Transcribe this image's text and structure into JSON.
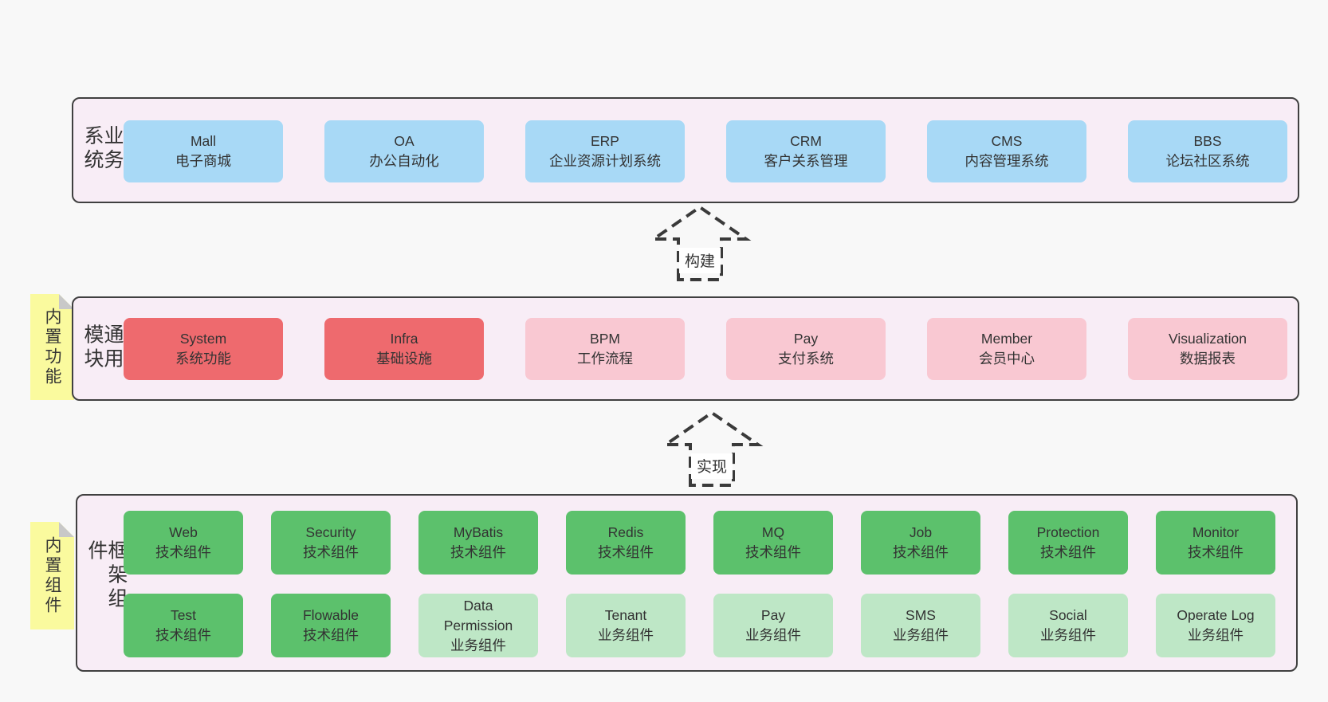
{
  "palette": {
    "page_bg": "#f8f8f8",
    "panel_bg": "#f8edf6",
    "panel_border": "#404040",
    "blue_box": "#a8d9f6",
    "red_box": "#ee6a6e",
    "pink_box": "#f9c8d2",
    "green_box": "#5cc16c",
    "light_green_box": "#bee7c6",
    "sticky_yellow": "#fafa9e",
    "fold_gray": "#c8c8c8",
    "text": "#333333"
  },
  "arrows": {
    "build": {
      "label": "构建"
    },
    "implement": {
      "label": "实现"
    }
  },
  "sections": {
    "business": {
      "label": "业务系统",
      "boxes": [
        {
          "en": "Mall",
          "zh": "电子商城"
        },
        {
          "en": "OA",
          "zh": "办公自动化"
        },
        {
          "en": "ERP",
          "zh": "企业资源计划系统"
        },
        {
          "en": "CRM",
          "zh": "客户关系管理"
        },
        {
          "en": "CMS",
          "zh": "内容管理系统"
        },
        {
          "en": "BBS",
          "zh": "论坛社区系统"
        }
      ]
    },
    "modules": {
      "label": "通用模块",
      "sticky": "内置功能",
      "boxes": [
        {
          "en": "System",
          "zh": "系统功能"
        },
        {
          "en": "Infra",
          "zh": "基础设施"
        },
        {
          "en": "BPM",
          "zh": "工作流程"
        },
        {
          "en": "Pay",
          "zh": "支付系统"
        },
        {
          "en": "Member",
          "zh": "会员中心"
        },
        {
          "en": "Visualization",
          "zh": "数据报表"
        }
      ]
    },
    "components": {
      "label": "框架组件",
      "sticky": "内置组件",
      "row1": [
        {
          "en": "Web",
          "zh": "技术组件"
        },
        {
          "en": "Security",
          "zh": "技术组件"
        },
        {
          "en": "MyBatis",
          "zh": "技术组件"
        },
        {
          "en": "Redis",
          "zh": "技术组件"
        },
        {
          "en": "MQ",
          "zh": "技术组件"
        },
        {
          "en": "Job",
          "zh": "技术组件"
        },
        {
          "en": "Protection",
          "zh": "技术组件"
        },
        {
          "en": "Monitor",
          "zh": "技术组件"
        }
      ],
      "row2": [
        {
          "en": "Test",
          "zh": "技术组件"
        },
        {
          "en": "Flowable",
          "zh": "技术组件"
        },
        {
          "en": "Data Permission",
          "zh": "业务组件"
        },
        {
          "en": "Tenant",
          "zh": "业务组件"
        },
        {
          "en": "Pay",
          "zh": "业务组件"
        },
        {
          "en": "SMS",
          "zh": "业务组件"
        },
        {
          "en": "Social",
          "zh": "业务组件"
        },
        {
          "en": "Operate Log",
          "zh": "业务组件"
        }
      ]
    }
  }
}
